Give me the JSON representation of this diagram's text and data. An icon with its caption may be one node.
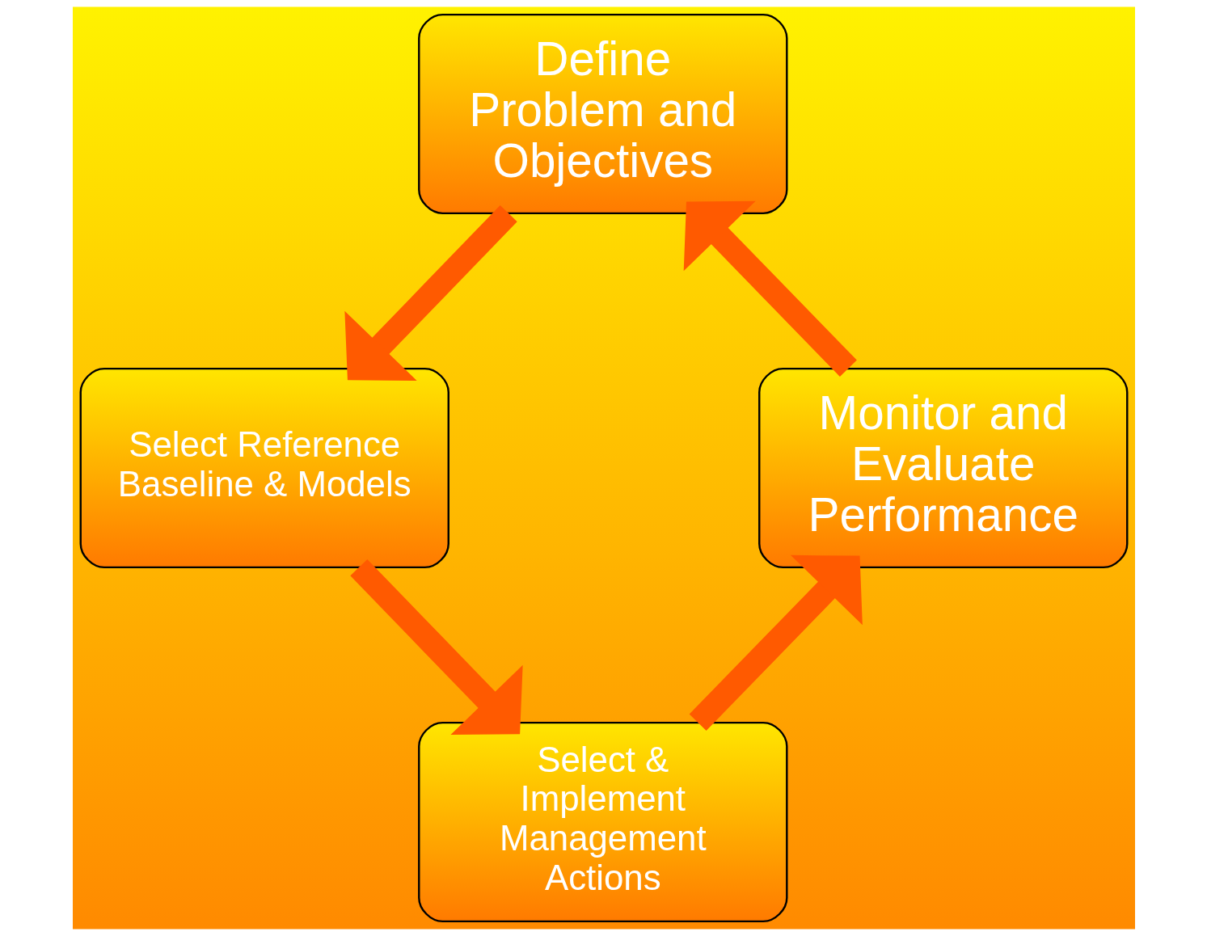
{
  "diagram": {
    "nodes": [
      {
        "text": [
          "Define Problem and Objectives"
        ]
      },
      {
        "text": [
          "Monitor and Evaluate Performance"
        ]
      },
      {
        "text": [
          "Select Reference Baseline & Models"
        ]
      },
      {
        "text": [
          "Select & Implement Management Actions"
        ]
      }
    ],
    "edges": [
      {
        "from": 0,
        "to": 2,
        "arrow": "to"
      },
      {
        "from": 2,
        "to": 3,
        "arrow": "to"
      },
      {
        "from": 3,
        "to": 1,
        "arrow": "to"
      },
      {
        "from": 1,
        "to": 0,
        "arrow": "to"
      }
    ]
  }
}
